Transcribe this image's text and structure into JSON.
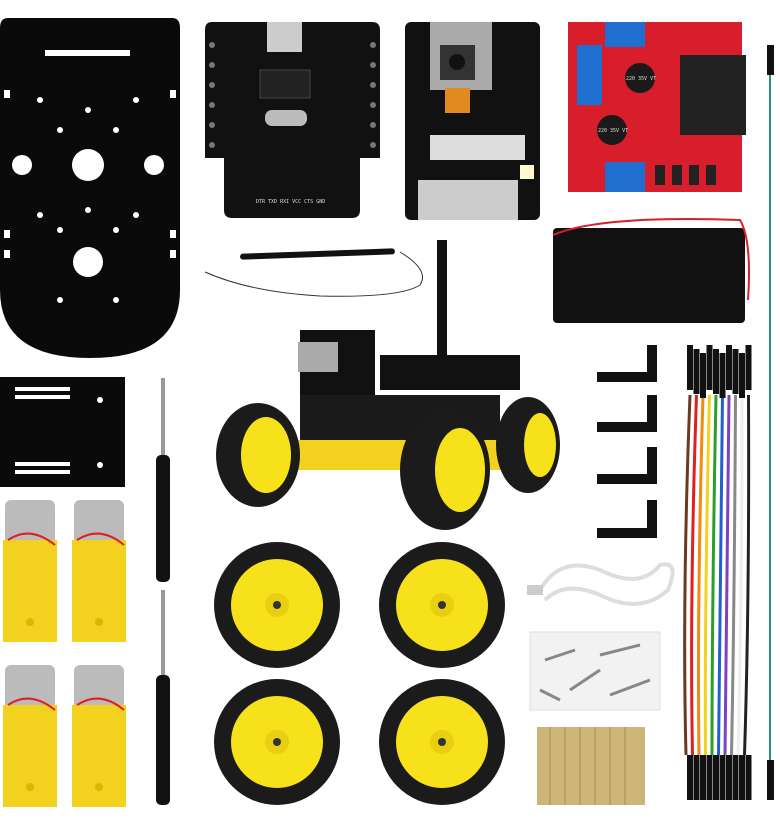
{
  "scene": {
    "description_labels": {
      "uart_pins": "DTR TXD RXI VCC CTS GND",
      "capacitor_1": "220 35V VT",
      "capacitor_2": "220 35V VT"
    },
    "colors": {
      "background": "#ffffff",
      "acrylic": "#0a0a0a",
      "wheel_rim": "#f7e11a",
      "tire": "#1b1b1b",
      "motor": "#f2d21e",
      "driver_board": "#d81e2a",
      "terminal": "#1e6fd0"
    },
    "jumper_wire_colors": [
      "#6b3a1e",
      "#e02020",
      "#f08a10",
      "#f2d21e",
      "#2aa02a",
      "#2060d0",
      "#8040c0",
      "#888888",
      "#ffffff",
      "#222222"
    ]
  }
}
